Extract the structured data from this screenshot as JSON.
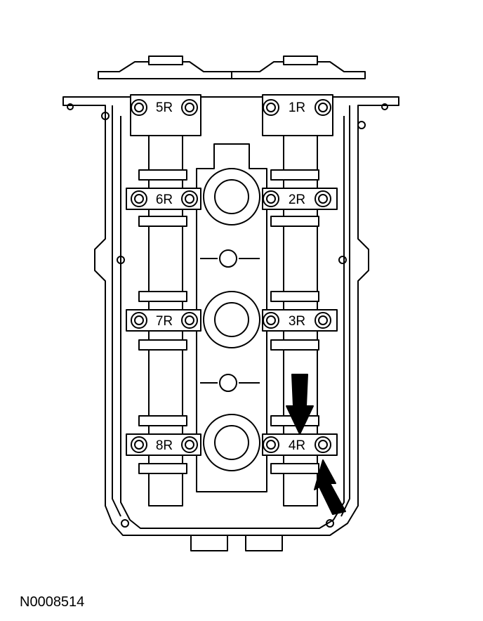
{
  "figure": {
    "reference_id": "N0008514",
    "bolt_labels": [
      "5R",
      "1R",
      "6R",
      "2R",
      "7R",
      "3R",
      "8R",
      "4R"
    ],
    "indicator": "arrow-icon"
  }
}
